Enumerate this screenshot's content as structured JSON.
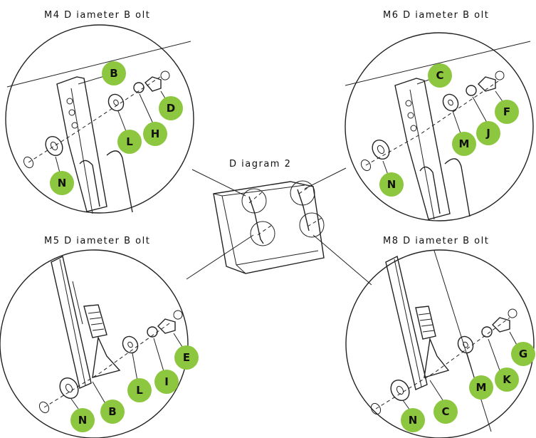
{
  "titles": {
    "top_left": "M4 D iameter B olt",
    "top_right": "M6 D iameter B olt",
    "center": "D iagram 2",
    "bottom_left": "M5 D iameter B olt",
    "bottom_right": "M8 D iameter B olt"
  },
  "labels": {
    "tl_b": "B",
    "tl_d": "D",
    "tl_h": "H",
    "tl_l": "L",
    "tl_n": "N",
    "tr_c": "C",
    "tr_f": "F",
    "tr_j": "J",
    "tr_m": "M",
    "tr_n": "N",
    "bl_e": "E",
    "bl_i": "I",
    "bl_l": "L",
    "bl_b": "B",
    "bl_n": "N",
    "br_g": "G",
    "br_k": "K",
    "br_m": "M",
    "br_c": "C",
    "br_n": "N"
  },
  "colors": {
    "badge": "#8dc63f",
    "ink": "#222222"
  }
}
